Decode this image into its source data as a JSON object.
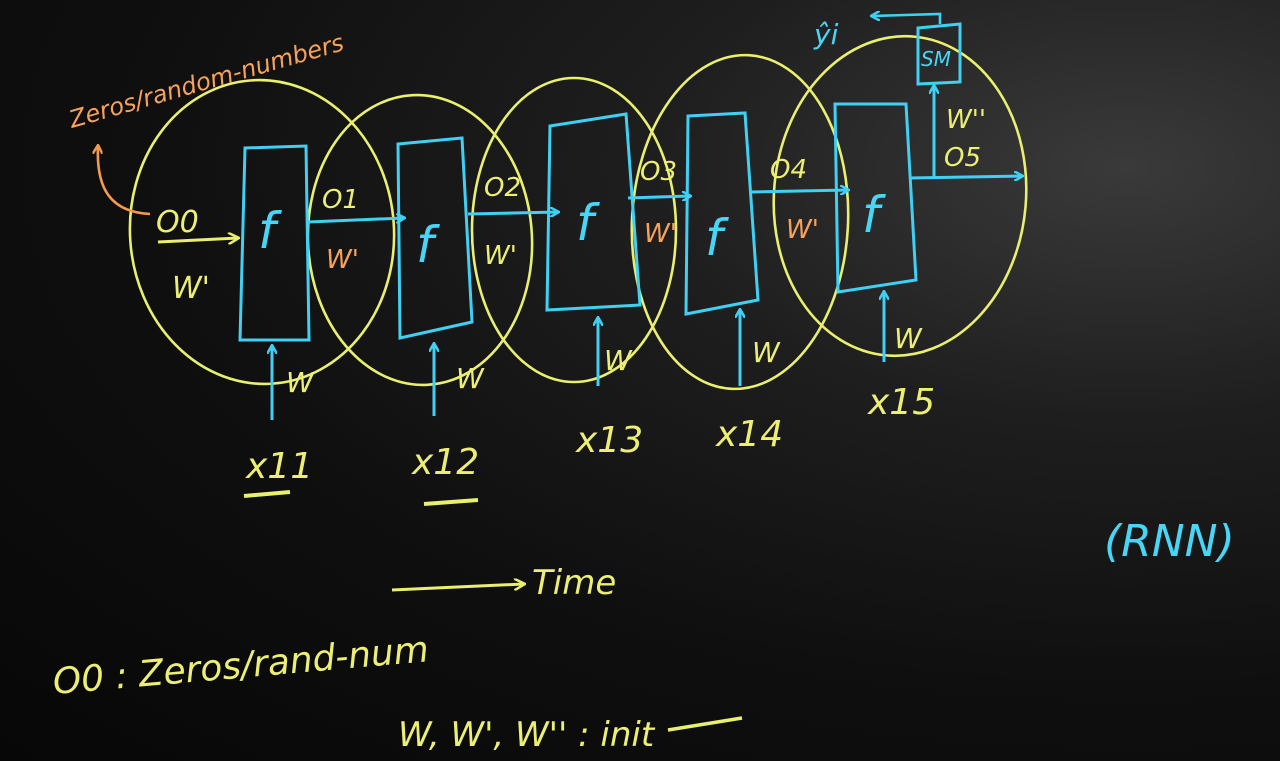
{
  "colors": {
    "board": "#111111",
    "cyan": "#3fd0f4",
    "yellow": "#e9ef6e",
    "orange": "#f49a4e"
  },
  "init_note": "Zeros/random-numbers",
  "o0_label": "O0",
  "cell_label": "f",
  "weights": {
    "recurrent": "W'",
    "input": "W",
    "output": "W''"
  },
  "hidden_outputs": [
    "O1",
    "O2",
    "O3",
    "O4",
    "O5"
  ],
  "inputs": [
    "x11",
    "x12",
    "x13",
    "x14",
    "x15"
  ],
  "output_label": "ŷi",
  "softmax_label": "SM",
  "time_label": "Time",
  "model_tag": "(RNN)",
  "footnotes": {
    "o0": "O0 : Zeros/rand-num",
    "weights": "W, W', W'' : init"
  }
}
